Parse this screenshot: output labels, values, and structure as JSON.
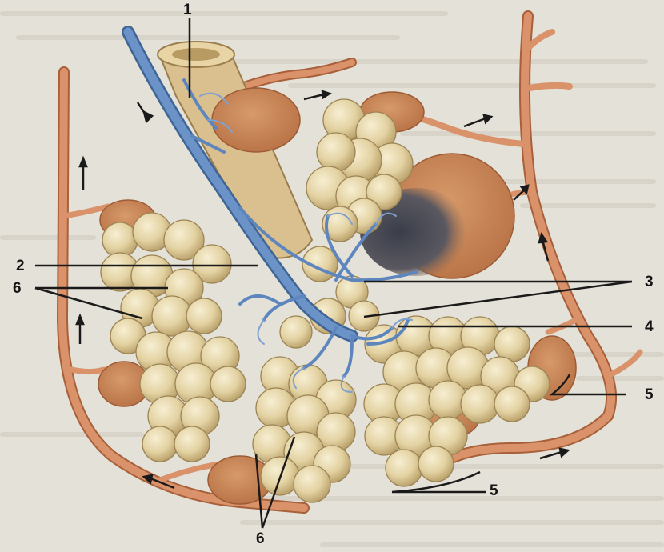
{
  "figure": {
    "labels": {
      "l1": "1",
      "l2": "2",
      "l3": "3",
      "l4": "4",
      "l5a": "5",
      "l5b": "5",
      "l6a": "6",
      "l6b": "6"
    },
    "colors": {
      "page": "#e4e1d8",
      "artery": "#d48a5e",
      "artery_dark": "#a8603a",
      "vein_blue": "#5d86bf",
      "vein_dark": "#3f6596",
      "alveolus": "#e6d6a8",
      "alveolus_shadow": "#b79f68",
      "capillary_net": "#c97f4f",
      "leader_line": "#1a1a1a"
    }
  }
}
